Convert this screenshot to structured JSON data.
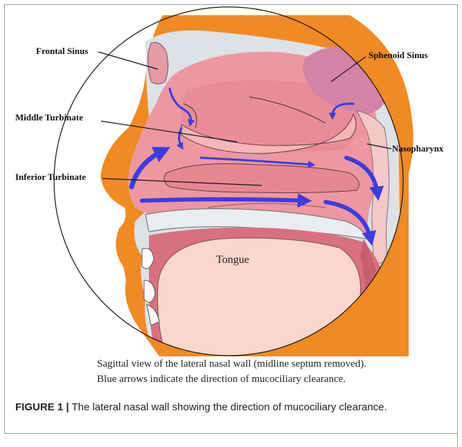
{
  "labels": {
    "frontal_sinus": "Frontal Sinus",
    "sphenoid_sinus": "Sphenoid Sinus",
    "middle_turbinate": "Middle Turbinate",
    "nasopharynx": "Nasopharynx",
    "inferior_turbinate": "Inferior Turbinate",
    "tongue": "Tongue"
  },
  "description": {
    "line1": "Sagittal view of the lateral nasal wall (midline septum removed).",
    "line2": "Blue arrows indicate the direction of mucociliary clearance."
  },
  "caption": {
    "prefix": "FIGURE 1 |",
    "text": " The lateral nasal wall showing the direction of mucociliary clearance."
  },
  "colors": {
    "skin_orange": "#F08A24",
    "mucosa_pink": "#EE97A0",
    "mucosa_dark": "#D9707F",
    "sinus_mauve": "#D483A8",
    "bone_grey": "#DCE2E6",
    "tongue_peach": "#F9D7CC",
    "arrow_blue": "#3D3CE0"
  }
}
